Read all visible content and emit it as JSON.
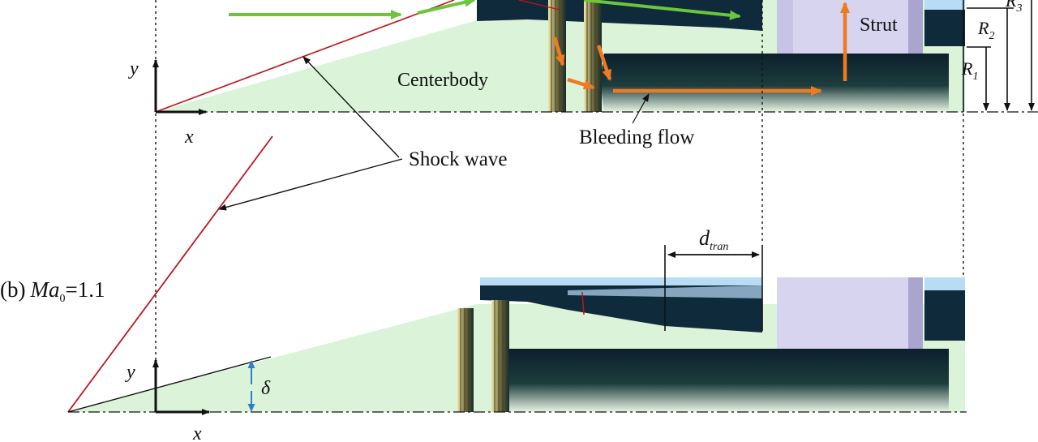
{
  "colors": {
    "shock": "#c0141c",
    "flow_arrow": "#6cc63c",
    "bleed_arrow": "#ee7a22",
    "centerbody_fill": "#daf3d9",
    "cowl_dark": "#0f2a3a",
    "cowl_light": "#b8dcf5",
    "strut": "#d6d4ee",
    "strut_dark": "#a9a5cf",
    "dimension": "#000000",
    "delta_arrow": "#2d7fc8"
  },
  "labels": {
    "r3_base": "R",
    "r3_sub": "3",
    "r2_base": "R",
    "r2_sub": "2",
    "r1_base": "R",
    "r1_sub": "1",
    "strut": "Strut",
    "centerbody": "Centerbody",
    "bleeding_flow": "Bleeding flow",
    "shock_wave": "Shock wave",
    "y_axis_a": "y",
    "x_axis_a": "x",
    "y_axis_b": "y",
    "x_axis_b": "x",
    "case_b_prefix": "(b)",
    "case_b_ma": "Ma",
    "case_b_sub": "0",
    "case_b_value": "=1.1",
    "d_tran_base": "d",
    "d_tran_sub": "tran",
    "delta": "δ"
  }
}
